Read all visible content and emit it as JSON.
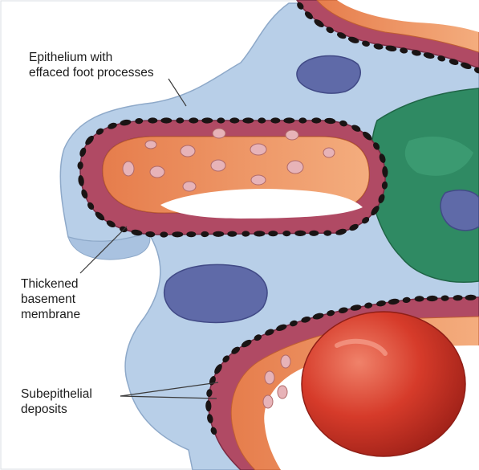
{
  "labels": {
    "epithelium": [
      "Epithelium with",
      "effaced foot processes"
    ],
    "basement_membrane": [
      "Thickened",
      "basement",
      "membrane"
    ],
    "deposits": [
      "Subepithelial",
      "deposits"
    ]
  },
  "colors": {
    "background": "#ffffff",
    "epithelium": "#b8cfe8",
    "basement_membrane": "#b04a64",
    "deposits": "#1a1414",
    "endothelium": "#ef9a6a",
    "endothelium_pores": "#e7b3b8",
    "capillary_lumen": "#ffffff",
    "nucleus": "#5f6aa8",
    "mesangium": "#2f8a63",
    "red_blood_cell": "#d63b2a",
    "leader_line": "#3a3a3a"
  }
}
